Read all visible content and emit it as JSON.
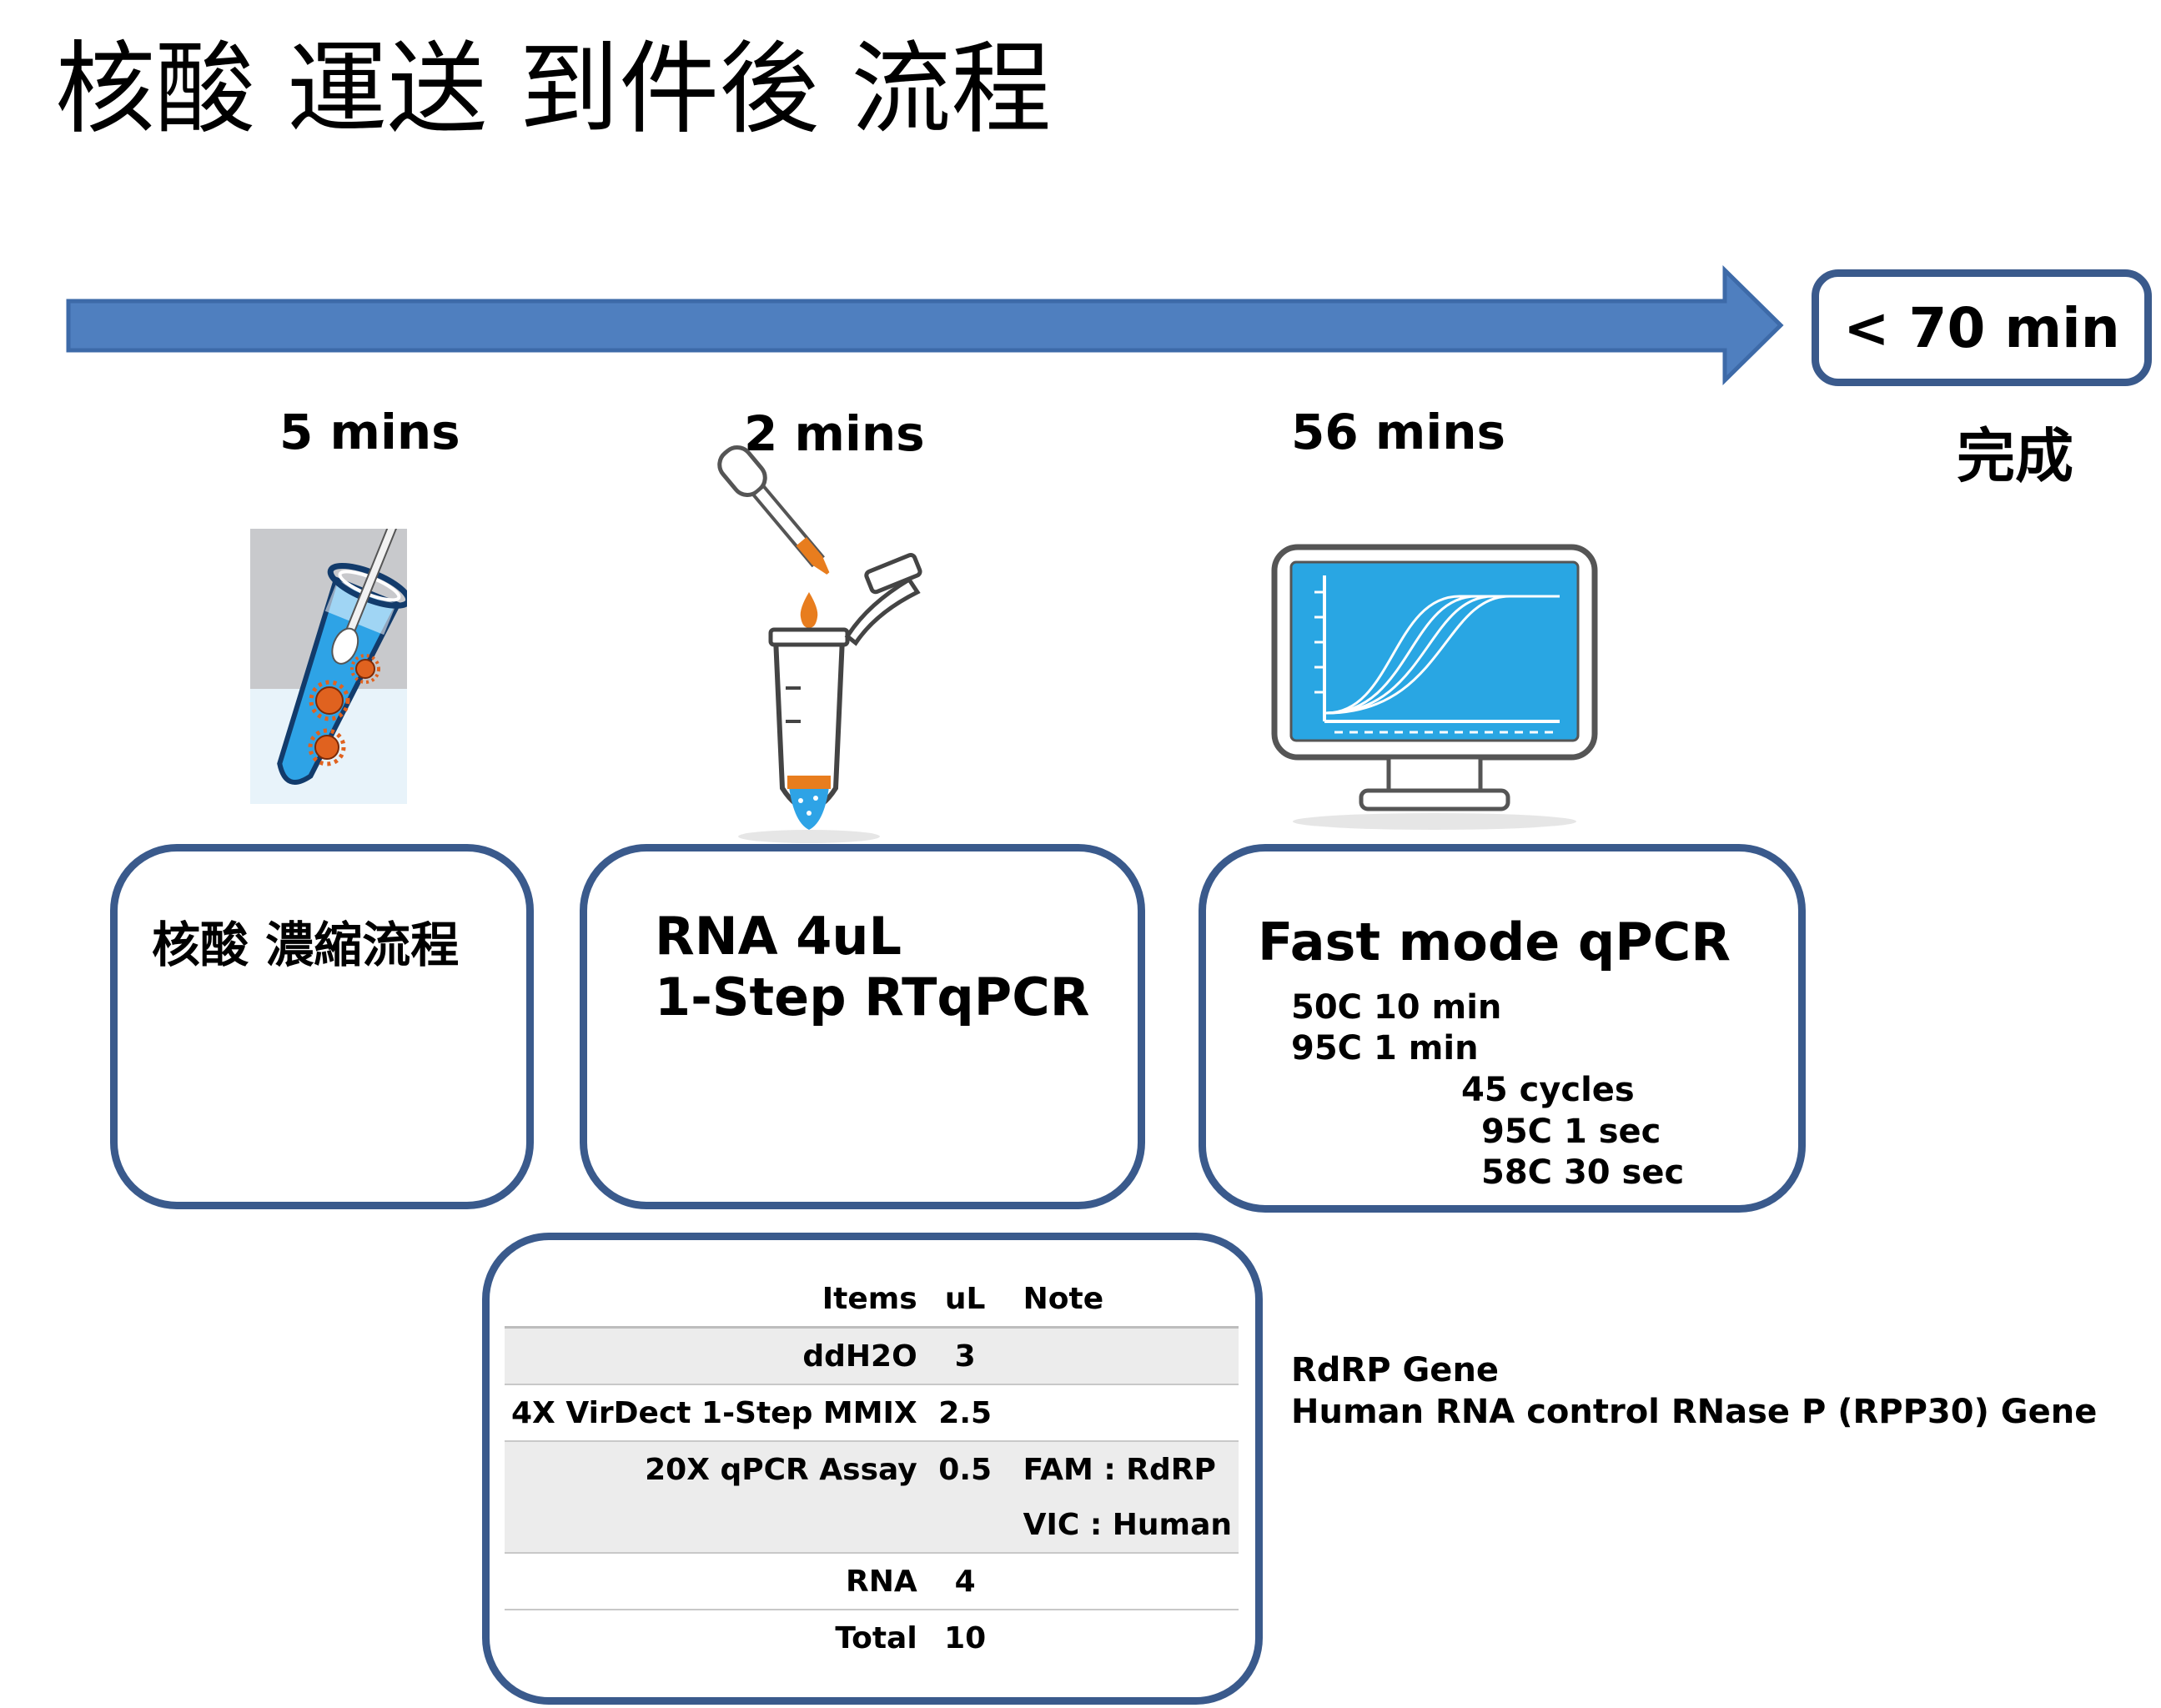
{
  "title": "核酸 運送 到件後 流程",
  "total_time": "< 70 min",
  "done_label": "完成",
  "steps": [
    {
      "time": "5 mins",
      "heading": "核酸 濃縮流程",
      "icon": "sample-tube-icon"
    },
    {
      "time": "2 mins",
      "heading_lines": [
        "RNA 4uL",
        "1-Step RTqPCR"
      ],
      "icon": "pipette-tube-icon"
    },
    {
      "time": "56 mins",
      "heading": "Fast mode qPCR",
      "icon": "qpcr-monitor-icon",
      "program": [
        "50C 10 min",
        "95C 1 min",
        "45 cycles",
        "95C 1 sec",
        "58C 30 sec"
      ]
    }
  ],
  "table": {
    "headers": [
      "Items",
      "uL",
      "Note"
    ],
    "rows": [
      {
        "item": "ddH2O",
        "ul": "3",
        "note": ""
      },
      {
        "item": "4X VirDect 1-Step MMIX",
        "ul": "2.5",
        "note": ""
      },
      {
        "item": "20X qPCR Assay",
        "ul": "0.5",
        "note": "FAM : RdRP",
        "note2": "VIC : Human"
      },
      {
        "item": "RNA",
        "ul": "4",
        "note": ""
      },
      {
        "item": "Total",
        "ul": "10",
        "note": ""
      }
    ]
  },
  "notes": [
    "RdRP Gene",
    "Human RNA control  RNase P (RPP30) Gene"
  ],
  "colors": {
    "arrow": "#4f7fbf",
    "arrow_border": "#3d6aa8",
    "box_border": "#3a5a8c",
    "screen": "#29a6e3",
    "liquid": "#2ea3e6",
    "virus": "#e0621f"
  }
}
